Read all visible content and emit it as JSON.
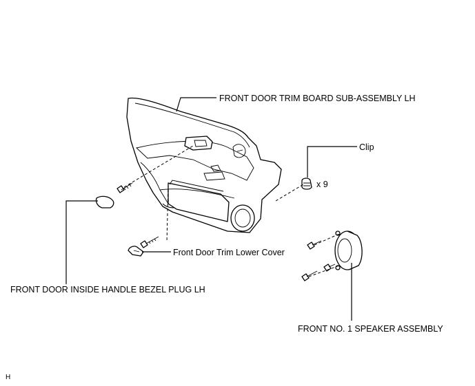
{
  "labels": {
    "trim_board": "FRONT DOOR TRIM BOARD SUB-ASSEMBLY LH",
    "clip": "Clip",
    "clip_qty": "x 9",
    "lower_cover": "Front Door Trim Lower Cover",
    "bezel_plug": "FRONT DOOR INSIDE HANDLE BEZEL PLUG LH",
    "speaker": "FRONT NO. 1 SPEAKER ASSEMBLY",
    "corner_mark": "H"
  }
}
